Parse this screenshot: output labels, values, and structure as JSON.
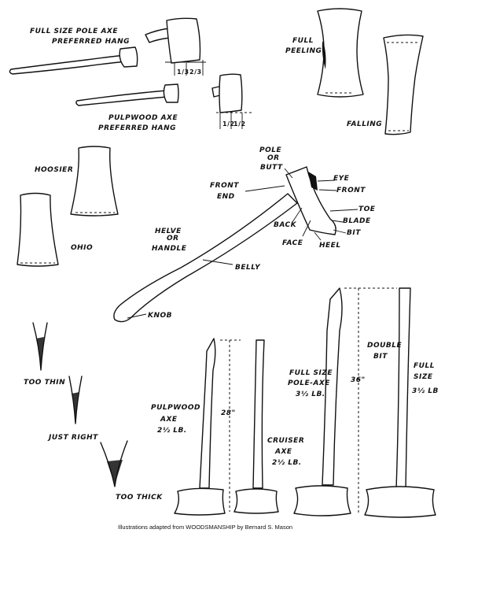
{
  "labels": {
    "full_size_pole_axe": [
      "FULL SIZE POLE AXE",
      "PREFERRED HANG"
    ],
    "pulpwood_axe_hang": [
      "PULPWOOD AXE",
      "PREFERRED HANG"
    ],
    "fraction_one_third": "1/3",
    "fraction_two_thirds": "2/3",
    "fraction_half_left": "1/2",
    "fraction_half_right": "1/2",
    "full_peeling": [
      "FULL",
      "PEELING"
    ],
    "falling": "FALLING",
    "hoosier": "HOOSIER",
    "ohio": "OHIO",
    "pole_or_butt": [
      "POLE",
      "OR",
      "BUTT"
    ],
    "eye": "EYE",
    "front": "FRONT",
    "front_end": [
      "FRONT",
      "END"
    ],
    "toe": "TOE",
    "blade": "BLADE",
    "back": "BACK",
    "bit": "BIT",
    "face": "FACE",
    "heel": "HEEL",
    "helve_or_handle": [
      "HELVE",
      "OR",
      "HANDLE"
    ],
    "belly": "BELLY",
    "knob": "KNOB",
    "too_thin": "TOO THIN",
    "just_right": "JUST RIGHT",
    "too_thick": "TOO THICK",
    "pulpwood_axe": [
      "PULPWOOD",
      "AXE",
      "2½ LB."
    ],
    "dim_28": "28\"",
    "cruiser_axe": [
      "CRUISER",
      "AXE",
      "2½ LB."
    ],
    "full_size_pole_axe_weight": [
      "FULL SIZE",
      "POLE-AXE",
      "3½ LB."
    ],
    "dim_36": "36\"",
    "double_bit": [
      "DOUBLE",
      "BIT"
    ],
    "full_size_weight": [
      "FULL",
      "SIZE",
      "3½ LB"
    ],
    "credit": "Illustrations adapted from WOODSMANSHIP by Bernard S. Mason"
  },
  "colors": {
    "ink": "#111111",
    "paper": "#ffffff"
  }
}
